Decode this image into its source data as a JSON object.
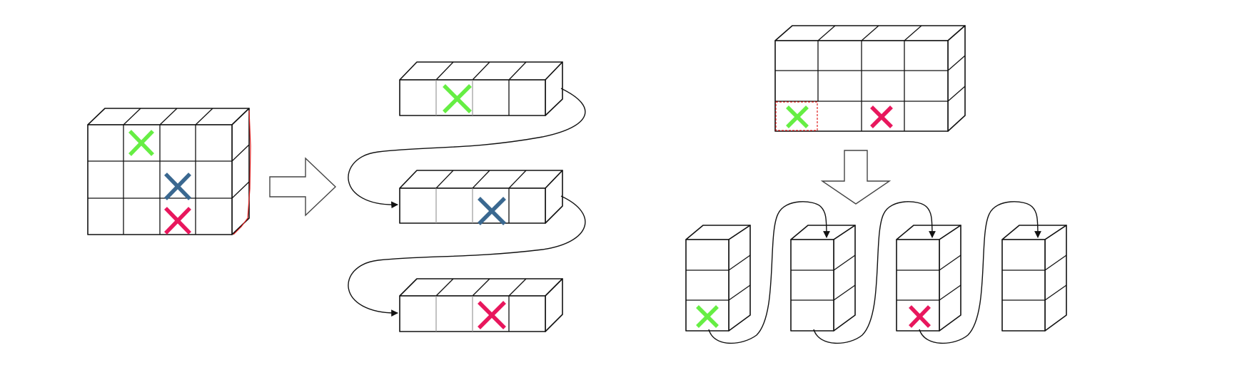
{
  "colors": {
    "green": "#66ee44",
    "blue": "#3a6890",
    "pink": "#e8175d",
    "highlight": "#e02020",
    "outline": "#111111"
  },
  "left_part": {
    "source_block": {
      "rows": 3,
      "cols": 4,
      "marks": [
        {
          "row": 0,
          "col": 1,
          "color": "green"
        },
        {
          "row": 1,
          "col": 2,
          "color": "blue"
        },
        {
          "row": 2,
          "col": 2,
          "color": "pink"
        }
      ]
    },
    "arrow": "right-arrow",
    "rows_chain": [
      {
        "cols": 4,
        "mark_col": 1,
        "color": "green"
      },
      {
        "cols": 4,
        "mark_col": 2,
        "color": "blue"
      },
      {
        "cols": 4,
        "mark_col": 2,
        "color": "pink"
      }
    ]
  },
  "right_part": {
    "source_block": {
      "rows": 3,
      "cols": 4,
      "marks": [
        {
          "row": 2,
          "col": 0,
          "color": "green"
        },
        {
          "row": 2,
          "col": 2,
          "color": "pink"
        }
      ]
    },
    "arrow": "down-arrow",
    "columns_chain": [
      {
        "rows": 3,
        "mark_row": 2,
        "color": "green"
      },
      {
        "rows": 3,
        "mark_row": null,
        "color": null
      },
      {
        "rows": 3,
        "mark_row": 2,
        "color": "pink"
      },
      {
        "rows": 3,
        "mark_row": null,
        "color": null
      }
    ]
  }
}
